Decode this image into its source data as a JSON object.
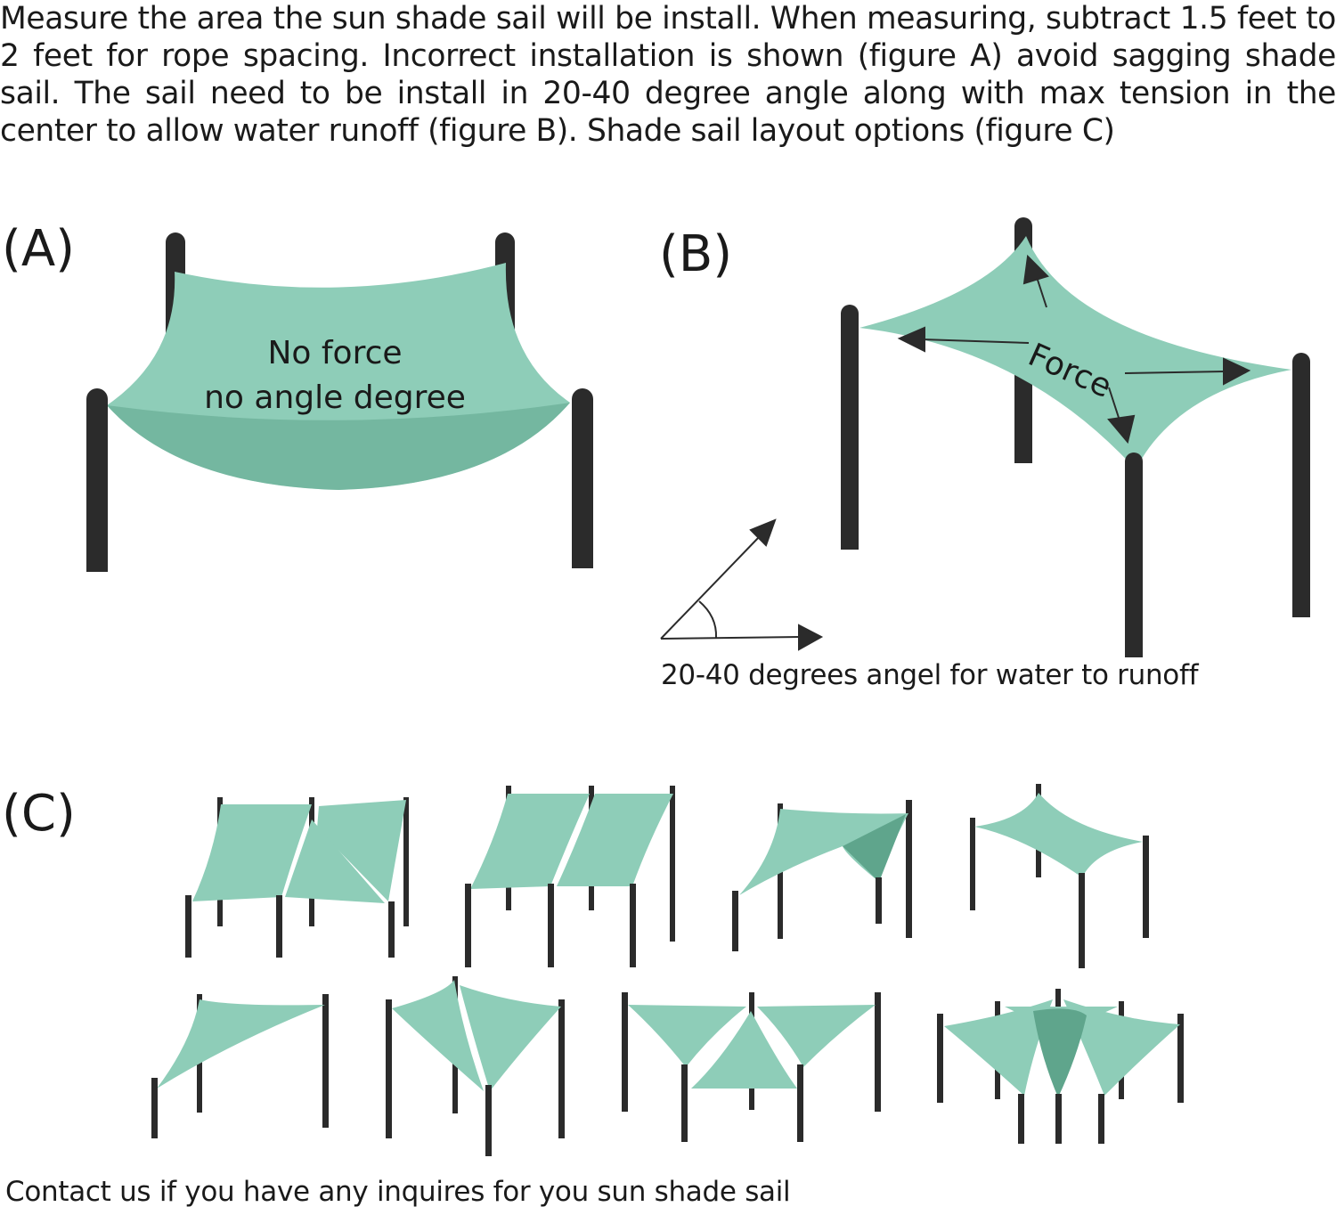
{
  "intro": {
    "text": "Measure the area the sun shade sail will be install. When measuring, subtract 1.5 feet to 2 feet for rope spacing. Incorrect installation is shown (figure A) avoid sagging shade sail. The sail need to be install in 20-40 degree angle along with max tension in the center to allow water runoff (figure B). Shade sail layout options (figure C)"
  },
  "figure_a": {
    "label": "(A)",
    "text_line1": "No force",
    "text_line2": "no angle degree"
  },
  "figure_b": {
    "label": "(B)",
    "force_label": "Force",
    "angle_caption": "20-40 degrees angel for water to runoff"
  },
  "figure_c": {
    "label": "(C)"
  },
  "contact": {
    "text": "Contact us if you have any inquires for you sun shade sail"
  },
  "colors": {
    "sail": "#8ecdb8",
    "sail_dark": "#5fa58c",
    "pole": "#2b2b2b",
    "text": "#1a1a1a"
  }
}
